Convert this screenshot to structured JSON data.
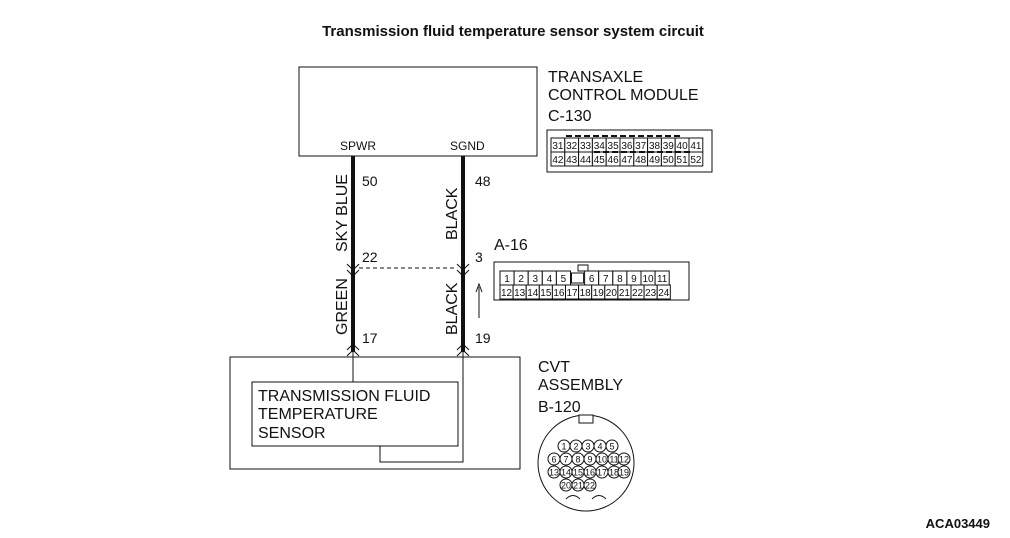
{
  "title": "Transmission fluid temperature sensor system circuit",
  "figure_id": "ACA03449",
  "tcm": {
    "name_line1": "TRANSAXLE",
    "name_line2": "CONTROL MODULE",
    "connector": "C-130",
    "spwr": "SPWR",
    "sgnd": "SGND",
    "grid_row1": [
      "31",
      "32",
      "33",
      "34",
      "35",
      "36",
      "37",
      "38",
      "39",
      "40",
      "41"
    ],
    "grid_row2": [
      "42",
      "43",
      "44",
      "45",
      "46",
      "47",
      "48",
      "49",
      "50",
      "51",
      "52"
    ]
  },
  "junction": {
    "connector": "A-16",
    "grid_row1": [
      "1",
      "2",
      "3",
      "4",
      "5",
      "",
      "6",
      "7",
      "8",
      "9",
      "10",
      "11"
    ],
    "grid_row2": [
      "12",
      "13",
      "14",
      "15",
      "16",
      "17",
      "18",
      "19",
      "20",
      "21",
      "22",
      "23",
      "24"
    ]
  },
  "wires": {
    "left_upper_color": "SKY BLUE",
    "left_lower_color": "GREEN",
    "right_upper_color": "BLACK",
    "right_lower_color": "BLACK",
    "pin_50": "50",
    "pin_48": "48",
    "pin_22": "22",
    "pin_3": "3",
    "pin_17": "17",
    "pin_19": "19"
  },
  "cvt": {
    "name_line1": "CVT",
    "name_line2": "ASSEMBLY",
    "connector": "B-120",
    "sensor_line1": "TRANSMISSION FLUID",
    "sensor_line2": "TEMPERATURE",
    "sensor_line3": "SENSOR",
    "round_pins": [
      "1",
      "2",
      "3",
      "4",
      "5",
      "6",
      "7",
      "8",
      "9",
      "10",
      "11",
      "12",
      "13",
      "14",
      "15",
      "16",
      "17",
      "18",
      "19",
      "20",
      "21",
      "22"
    ]
  }
}
